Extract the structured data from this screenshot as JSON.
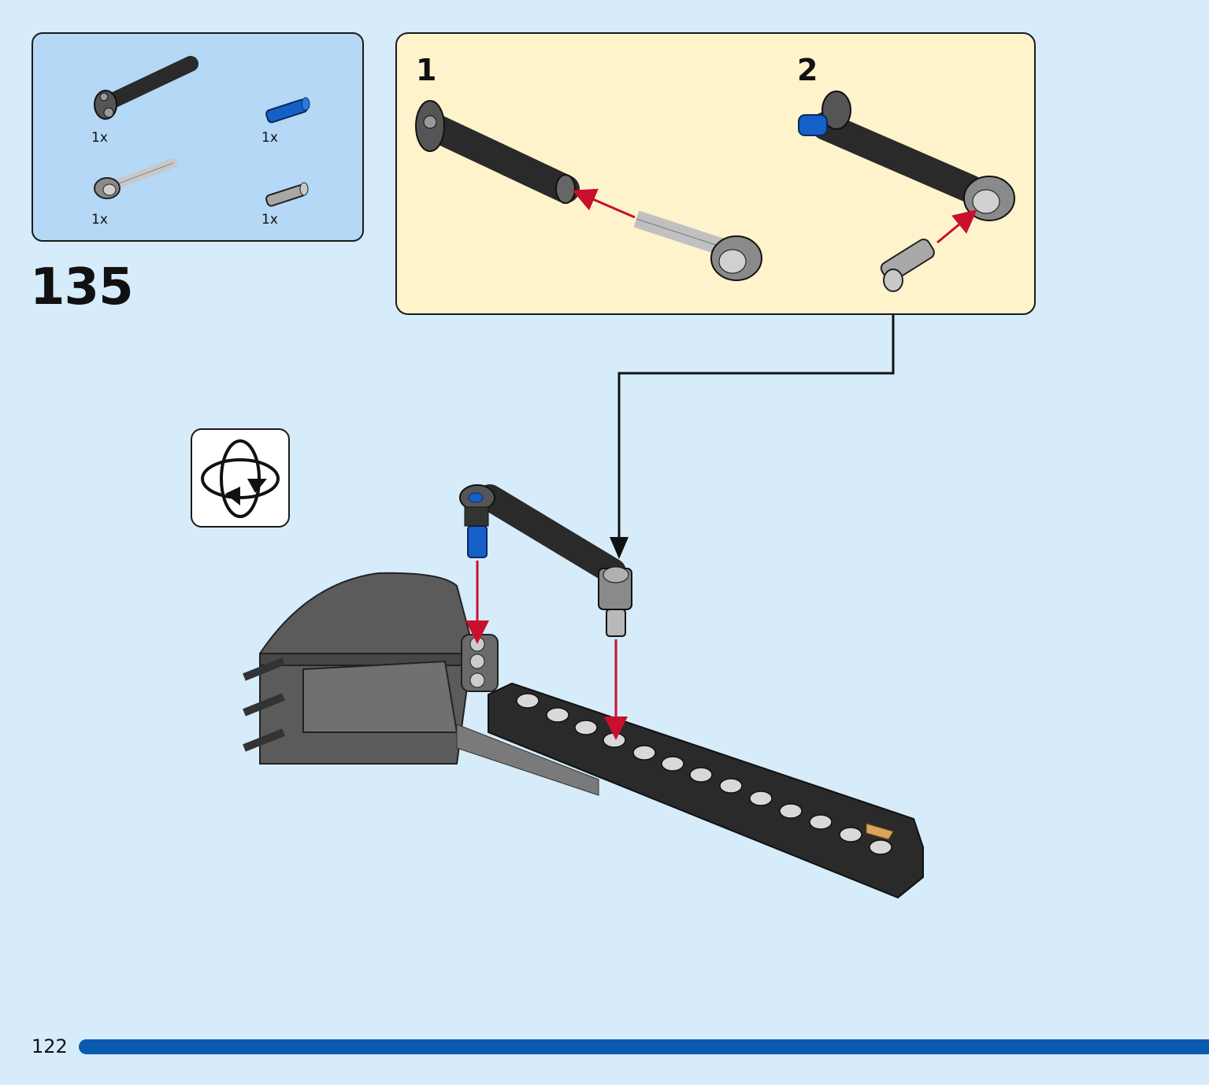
{
  "parts": [
    {
      "name": "black-axle-connector-beam",
      "qty": "1x"
    },
    {
      "name": "blue-axle-pin",
      "qty": "1x"
    },
    {
      "name": "gray-axle-with-stop",
      "qty": "1x"
    },
    {
      "name": "gray-pin",
      "qty": "1x"
    }
  ],
  "step": {
    "number": "135"
  },
  "substeps": [
    {
      "label": "1"
    },
    {
      "label": "2"
    }
  ],
  "rotate_icon": "rotate-model-icon",
  "footer": {
    "page_number": "122",
    "progress": 0.5
  },
  "colors": {
    "background": "#d6ecfb",
    "parts_box": "#b4d8f5",
    "substep_box": "#fff3cc",
    "arrow": "#c8102e",
    "progress": "#0a5bb0"
  }
}
